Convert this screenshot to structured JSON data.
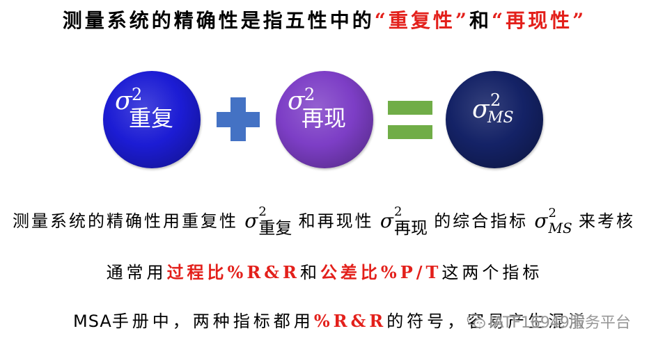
{
  "title": {
    "lead": "测量系统的精确性是指五性中的",
    "term_repeatability": "“重复性”",
    "conjunction": "和",
    "term_reproducibility": "“再现性”"
  },
  "equation": {
    "repeatability": {
      "symbol": "σ",
      "exponent": "2",
      "subscript": "重复"
    },
    "plus_icon": "plus-icon",
    "reproducibility": {
      "symbol": "σ",
      "exponent": "2",
      "subscript": "再现"
    },
    "equals_icon": "equals-icon",
    "measurement_system": {
      "symbol": "σ",
      "exponent": "2",
      "subscript": "MS"
    }
  },
  "statement": {
    "part1": "测量系统的精确性用重复性",
    "f1": {
      "symbol": "σ",
      "exponent": "2",
      "subscript": "重复"
    },
    "part2": "和再现性",
    "f2": {
      "symbol": "σ",
      "exponent": "2",
      "subscript": "再现"
    },
    "part3": "的综合指标",
    "f3": {
      "symbol": "σ",
      "exponent": "2",
      "subscript": "MS"
    },
    "part4": "来考核"
  },
  "indicators": {
    "part1": "通常用",
    "part2": "过程比%R&R",
    "part3": "和",
    "part4": "公差比%P/T",
    "part5": "这两个指标"
  },
  "note": {
    "part1": "MSA",
    "part2": "手册中，两种指标都用",
    "part3": "%R&R",
    "part4": "的符号，容易产生混淆"
  },
  "watermark": {
    "icon": "wechat-icon",
    "text": "IATF16949服务平台"
  },
  "colors": {
    "text": "#000000",
    "highlight": "#e3201b",
    "circle_repeatability": "#1c1cd4",
    "circle_reproducibility": "#7d3ec6",
    "circle_ms": "#142266",
    "plus": "#4472c4",
    "equals": "#70ad47",
    "watermark": "#8c8c8c"
  }
}
